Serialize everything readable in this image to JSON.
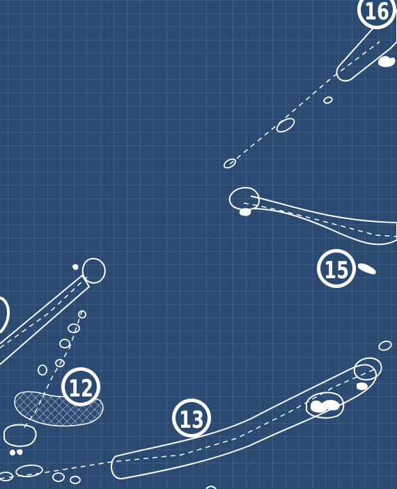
{
  "map": {
    "style": "blueprint golf course plan",
    "colors": {
      "background": "#2b4a72",
      "grid": "#5d7aa0",
      "lines": "#ffffff",
      "hazard_fill": "#ffffff"
    },
    "holes": [
      {
        "id": "12",
        "label": "12"
      },
      {
        "id": "13",
        "label": "13"
      },
      {
        "id": "15",
        "label": "15"
      },
      {
        "id": "16",
        "label": "16"
      }
    ]
  }
}
